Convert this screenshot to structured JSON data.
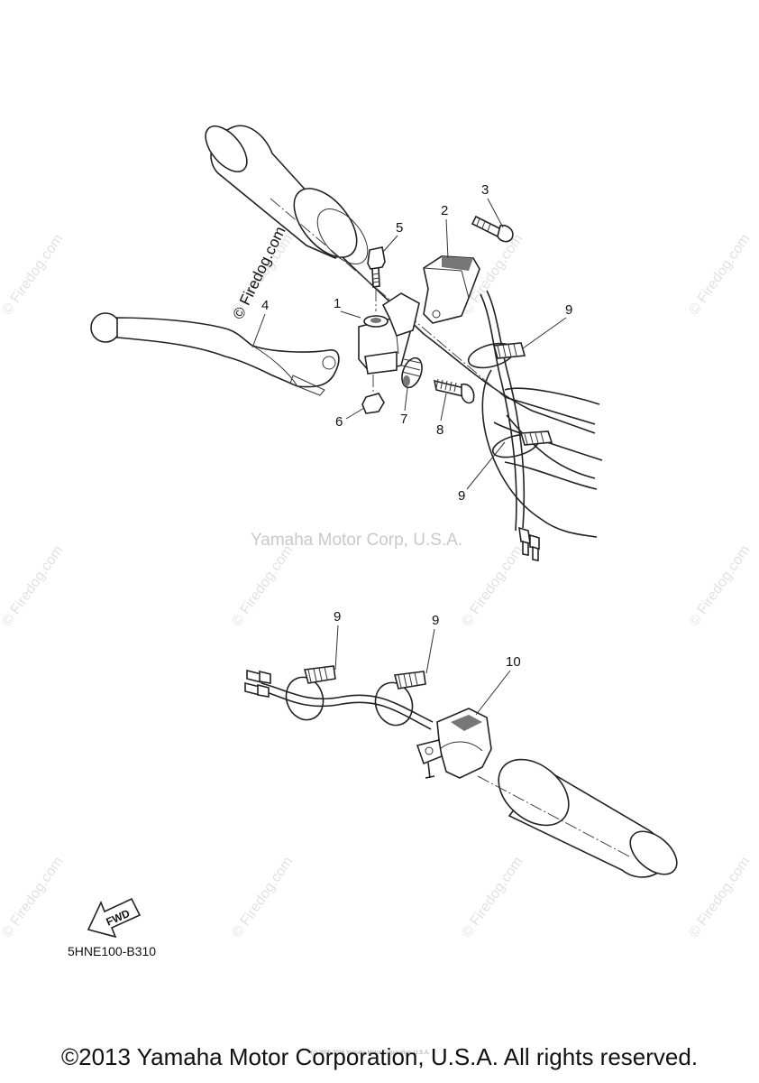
{
  "watermark": {
    "text": "© Firedog.com"
  },
  "credit": {
    "text": "Yamaha Motor Corp, U.S.A."
  },
  "callouts": {
    "c1": "1",
    "c2": "2",
    "c3": "3",
    "c4": "4",
    "c5": "5",
    "c6": "6",
    "c7": "7",
    "c8": "8",
    "c9a": "9",
    "c9b": "9",
    "c9c": "9",
    "c9d": "9",
    "c10": "10"
  },
  "fwd_label": "FWD",
  "diagram_code": "5HNE100-B310",
  "tiny_notice": "(c) 2005-2016 Yamaha Motor Corporation, U.S.A.",
  "copyright": "©2013 Yamaha Motor Corporation, U.S.A. All rights reserved."
}
